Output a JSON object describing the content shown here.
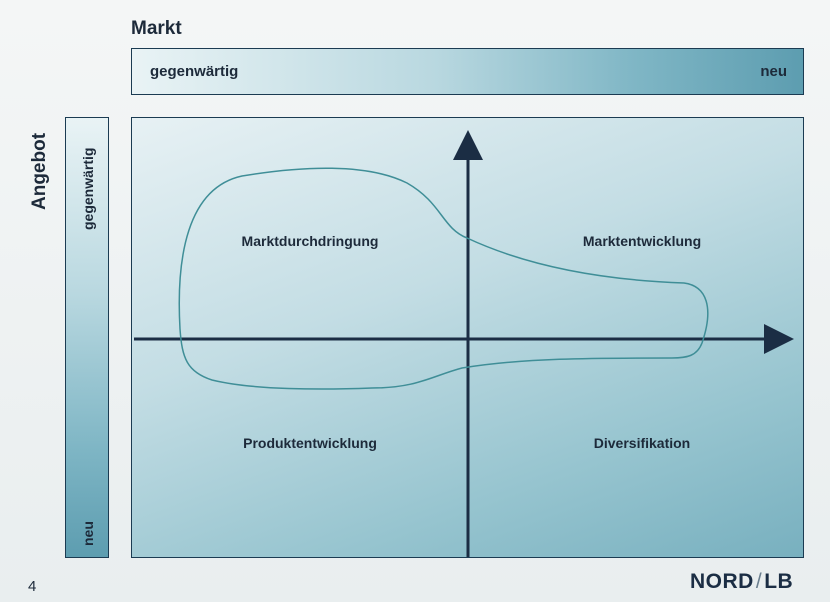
{
  "market": {
    "title": "Markt",
    "current": "gegenwärtig",
    "new": "neu"
  },
  "offer": {
    "title": "Angebot",
    "current": "gegenwärtig",
    "new": "neu"
  },
  "quadrants": {
    "top_left": "Marktdurchdringung",
    "top_right": "Marktentwicklung",
    "bottom_left": "Produktentwicklung",
    "bottom_right": "Diversifikation"
  },
  "footer": {
    "page_number": "4",
    "logo_left": "NORD",
    "logo_right": "LB"
  },
  "colors": {
    "axis": "#1b2d44",
    "outline": "#3f8e97",
    "text": "#1d2a3a"
  }
}
